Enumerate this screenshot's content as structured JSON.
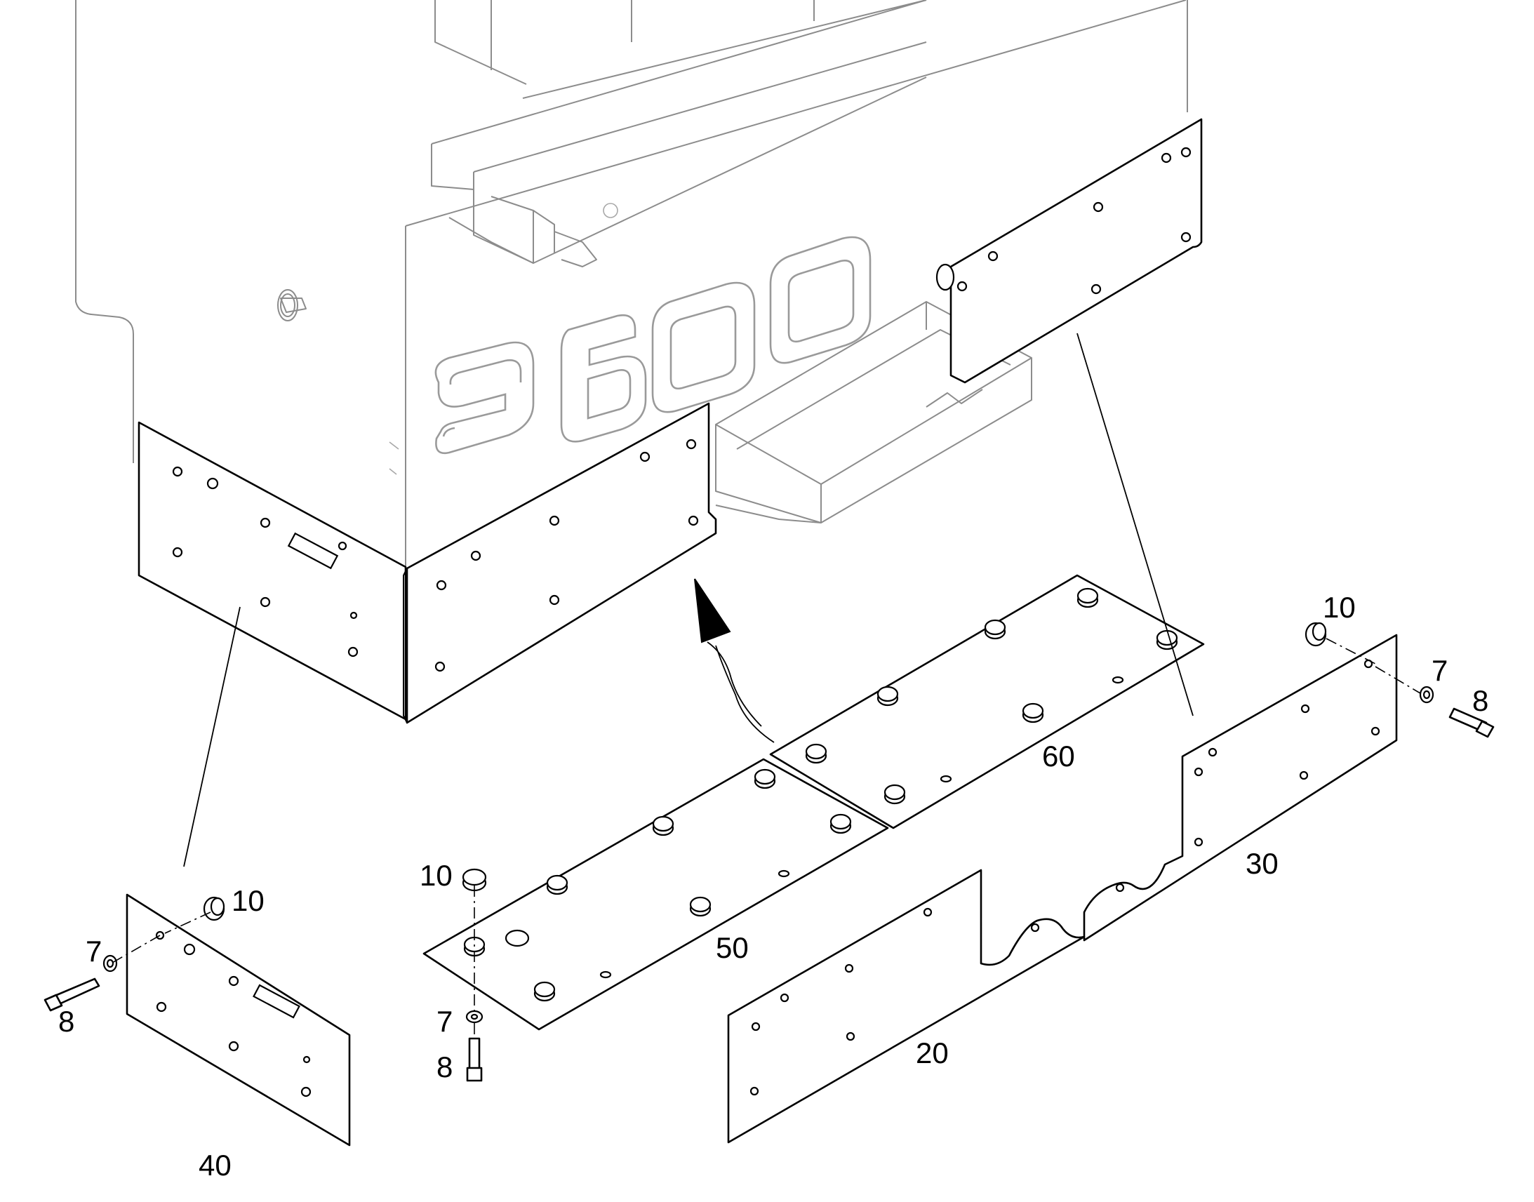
{
  "logo": {
    "text": "9600"
  },
  "callouts": [
    {
      "id": "panel-20",
      "text": "20"
    },
    {
      "id": "panel-30",
      "text": "30"
    },
    {
      "id": "panel-40",
      "text": "40"
    },
    {
      "id": "plate-50",
      "text": "50"
    },
    {
      "id": "plate-60",
      "text": "60"
    },
    {
      "id": "spacer-10-left",
      "text": "10"
    },
    {
      "id": "spacer-10-center",
      "text": "10"
    },
    {
      "id": "spacer-10-right",
      "text": "10"
    },
    {
      "id": "washer-7-left",
      "text": "7"
    },
    {
      "id": "washer-7-center",
      "text": "7"
    },
    {
      "id": "washer-7-right",
      "text": "7"
    },
    {
      "id": "bolt-8-left",
      "text": "8"
    },
    {
      "id": "bolt-8-center",
      "text": "8"
    },
    {
      "id": "bolt-8-right",
      "text": "8"
    }
  ],
  "colors": {
    "line": "#000000",
    "ghost": "#8c8c8c",
    "background": "#ffffff"
  }
}
